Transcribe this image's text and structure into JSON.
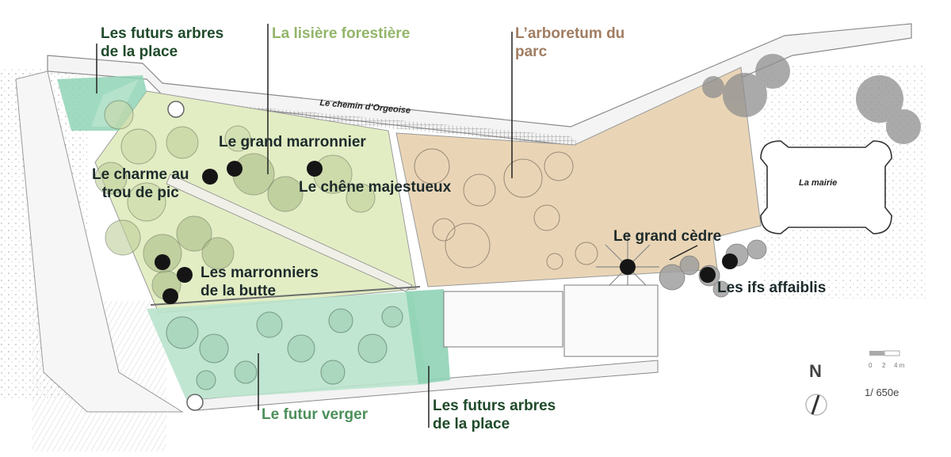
{
  "zones": {
    "futurs_arbres_nw": {
      "line1": "Les futurs arbres",
      "line2": "de la place",
      "color": "#1f4a2a"
    },
    "lisiere": {
      "label": "La lisière forestière",
      "color": "#93b56a"
    },
    "arboretum": {
      "line1": "L’arboretum du",
      "line2": "parc",
      "color": "#a07d62"
    },
    "verger": {
      "label": "Le futur verger",
      "color": "#4c8f5a"
    },
    "futurs_arbres_s": {
      "line1": "Les futurs arbres",
      "line2": "de la place",
      "color": "#1f4a2a"
    }
  },
  "trees": {
    "grand_marronnier": "Le grand marronnier",
    "charme": {
      "line1": "Le charme au",
      "line2": "trou de pic"
    },
    "chene": "Le chêne majestueux",
    "marronniers_butte": {
      "line1": "Les marronniers",
      "line2": "de la butte"
    },
    "grand_cedre": "Le grand cèdre",
    "ifs": "Les ifs affaiblis"
  },
  "places": {
    "chemin": "Le chemin d’Orgeoise",
    "mairie": "La mairie"
  },
  "legend": {
    "north": "N",
    "scale_ticks": [
      "0",
      "2",
      "4 m"
    ],
    "scale_ratio": "1/ 650e"
  },
  "colors": {
    "lisiere_fill": "#e3edc4",
    "arboretum_fill": "#e9d5b6",
    "place_fill": "#8fd3b5",
    "verger_fill": "#b9e3cd",
    "marker": "#151515"
  }
}
